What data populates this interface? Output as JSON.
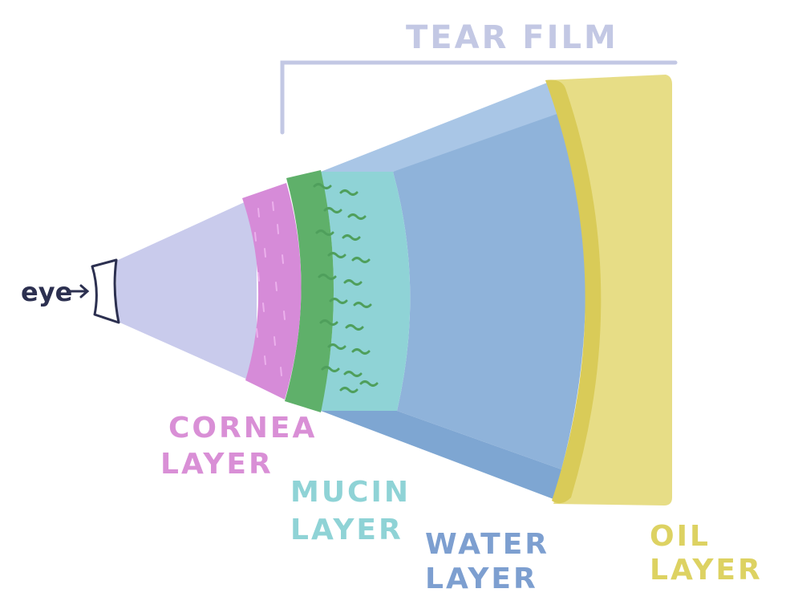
{
  "labels": {
    "tear_film": "TEAR FILM",
    "eye": "eye",
    "cornea_1": "CORNEA",
    "cornea_2": "LAYER",
    "mucin_1": "MUCIN",
    "mucin_2": "LAYER",
    "water_1": "WATER",
    "water_2": "LAYER",
    "oil_1": "OIL",
    "oil_2": "LAYER"
  },
  "colors": {
    "beam": "#c9cbec",
    "cornea": "#d68bd8",
    "mucin_outer": "#5fb06a",
    "mucin_inner": "#8fd3d6",
    "water_light": "#a9c6e6",
    "water": "#8fb3da",
    "water_dark": "#7ea6d2",
    "oil": "#e7dd86",
    "oil_edge": "#d9cb58",
    "tear_film_label": "#c3c8e4",
    "cornea_label": "#d98fd6",
    "mucin_label": "#8fd3d6",
    "water_label": "#7d9fd0",
    "oil_label": "#ddd262",
    "eye_label": "#2c3050"
  },
  "icons": {
    "eye_outline": "eye-icon",
    "arrow": "arrow-right-icon",
    "bracket": "bracket-icon"
  }
}
